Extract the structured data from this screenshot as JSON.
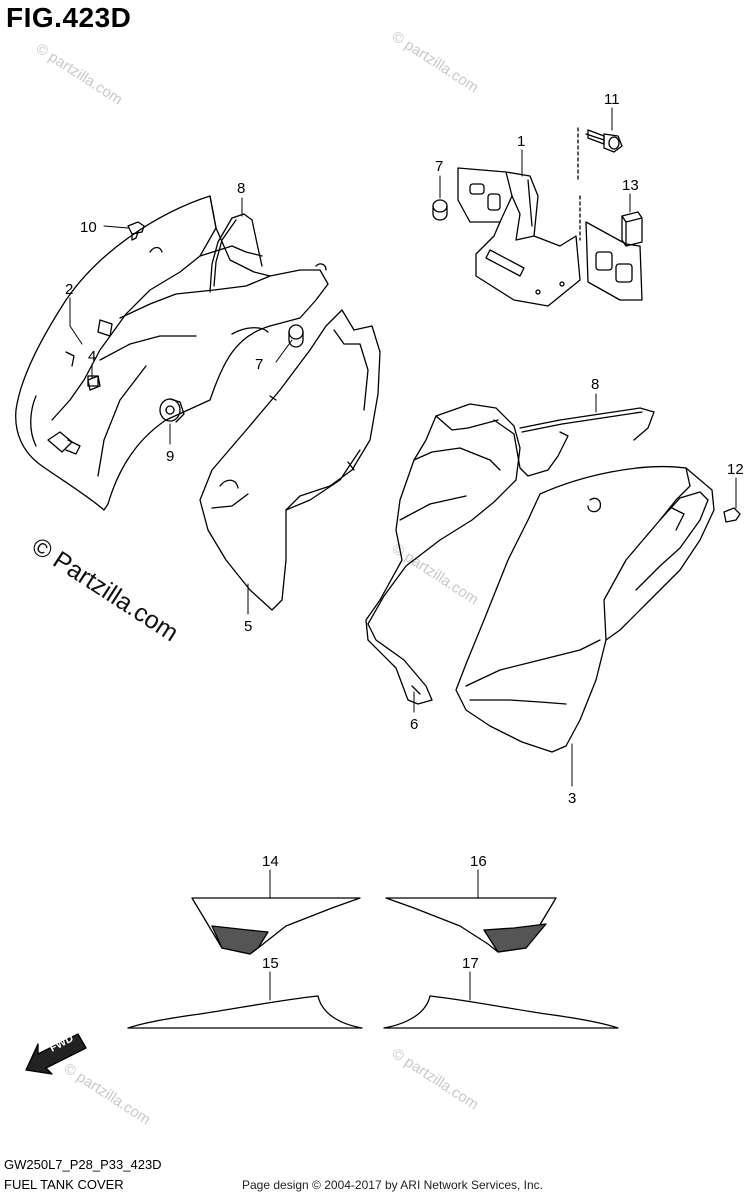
{
  "figure": {
    "title": "FIG.423D",
    "model_code": "GW250L7_P28_P33_423D",
    "section_name": "FUEL TANK COVER",
    "copyright_line": "Page design © 2004-2017 by ARI Network Services, Inc."
  },
  "watermarks": {
    "main": "© Partzilla.com",
    "faint": "© partzilla.com"
  },
  "direction_arrow": {
    "label": "FWD",
    "icon": "fwd-arrow-icon"
  },
  "callouts": {
    "c1": "1",
    "c2": "2",
    "c3": "3",
    "c4": "4",
    "c5": "5",
    "c6": "6",
    "c7a": "7",
    "c7b": "7",
    "c8a": "8",
    "c8b": "8",
    "c9": "9",
    "c10": "10",
    "c11": "11",
    "c12": "12",
    "c13": "13",
    "c14": "14",
    "c15": "15",
    "c16": "16",
    "c17": "17"
  },
  "colors": {
    "line": "#000000",
    "watermark": "#c9c9c9",
    "background": "#ffffff"
  }
}
